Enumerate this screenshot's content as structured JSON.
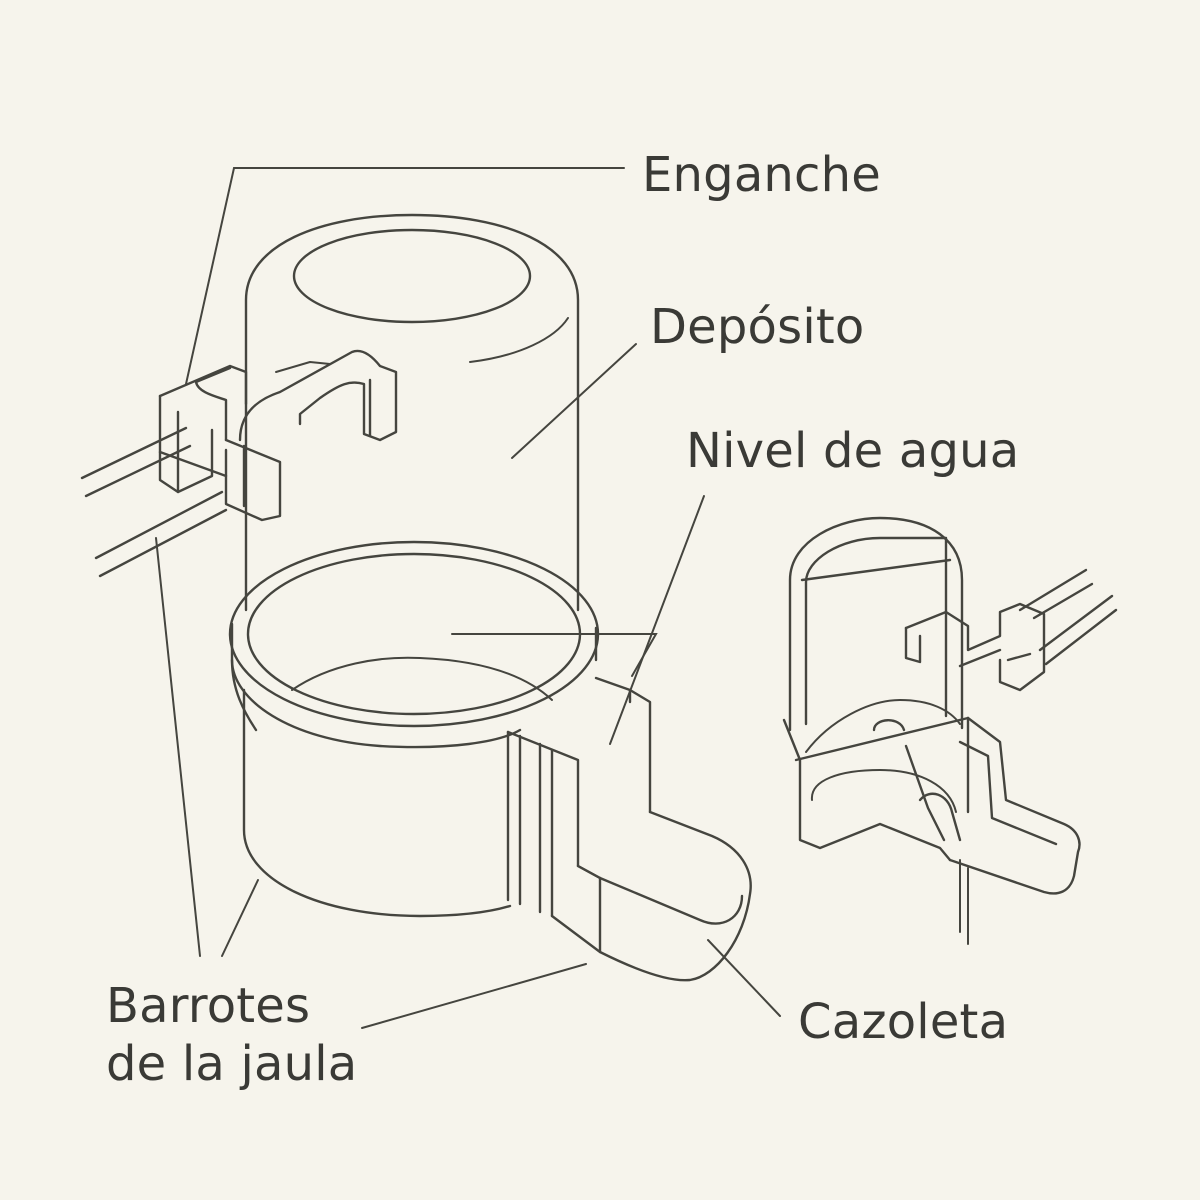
{
  "labels": {
    "hook": "Enganche",
    "reservoir": "Depósito",
    "water_level": "Nivel de agua",
    "cage_bars_line1": "Barrotes",
    "cage_bars_line2": "de la jaula",
    "dish": "Cazoleta"
  },
  "colors": {
    "background": "#f6f4ec",
    "stroke": "#45453f",
    "text": "#3a3a36"
  }
}
